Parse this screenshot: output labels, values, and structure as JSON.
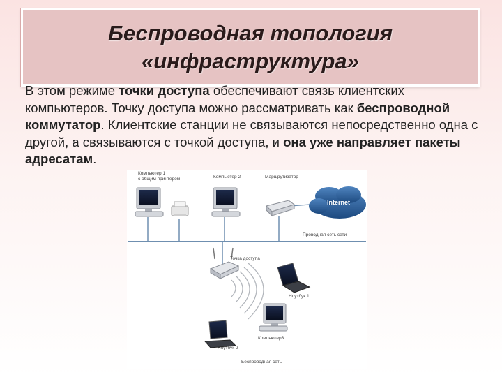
{
  "title": {
    "line1": "Беспроводная топология",
    "line2": "«инфраструктура»"
  },
  "body": {
    "s1": "В этом режиме ",
    "b1": "точки доступа",
    "s2": " обеспечивают связь клиентских компьютеров. Точку доступа можно рассматривать как ",
    "b2": "беспроводной коммутатор",
    "s3": ". Клиентские станции не связываются непосредственно одна с другой, а связываются с точкой доступа, и ",
    "b3": "она уже направляет пакеты адресатам",
    "s4": "."
  },
  "diagram": {
    "pc1_label_1": "Компьютер 1",
    "pc1_label_2": "с общим принтером",
    "pc2_label": "Компьютер 2",
    "router_label": "Маршрутизатор",
    "internet_label": "Internet",
    "wired_label": "Проводная сеть сети",
    "ap_label": "Точка доступа",
    "nb1_label": "Ноутбук 1",
    "pc3_label": "Компьютер3",
    "nb2_label": "Ноутбук 2",
    "wireless_label": "Беспроводная сеть"
  },
  "colors": {
    "title_bg": "#e6c3c3",
    "bus": "#6f8fb0",
    "cloud": "#2d5f95"
  }
}
